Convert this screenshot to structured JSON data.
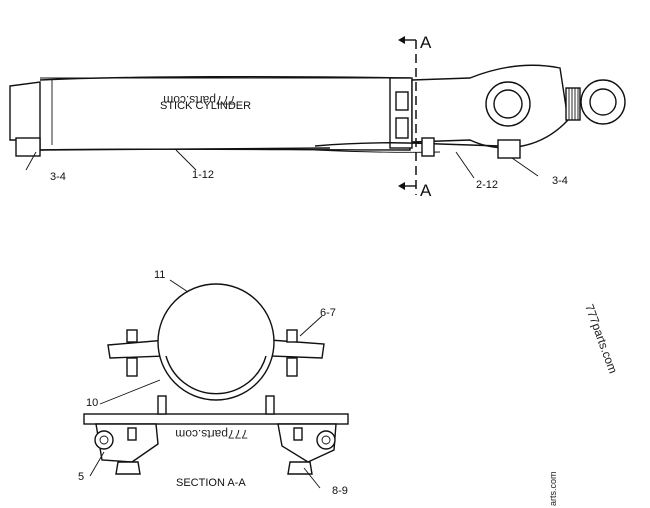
{
  "top_view": {
    "title": "STICK CYLINDER",
    "section_marker": "A",
    "callouts": [
      "3-4",
      "1-12",
      "2-12",
      "3-4"
    ]
  },
  "section_view": {
    "title": "SECTION A-A",
    "callouts": [
      "11",
      "6-7",
      "10",
      "5",
      "8-9"
    ]
  },
  "watermarks": [
    "777parts.com",
    "777parts.com",
    "777parts.com",
    "arts.com"
  ],
  "colors": {
    "line": "#111111",
    "background": "#ffffff"
  }
}
